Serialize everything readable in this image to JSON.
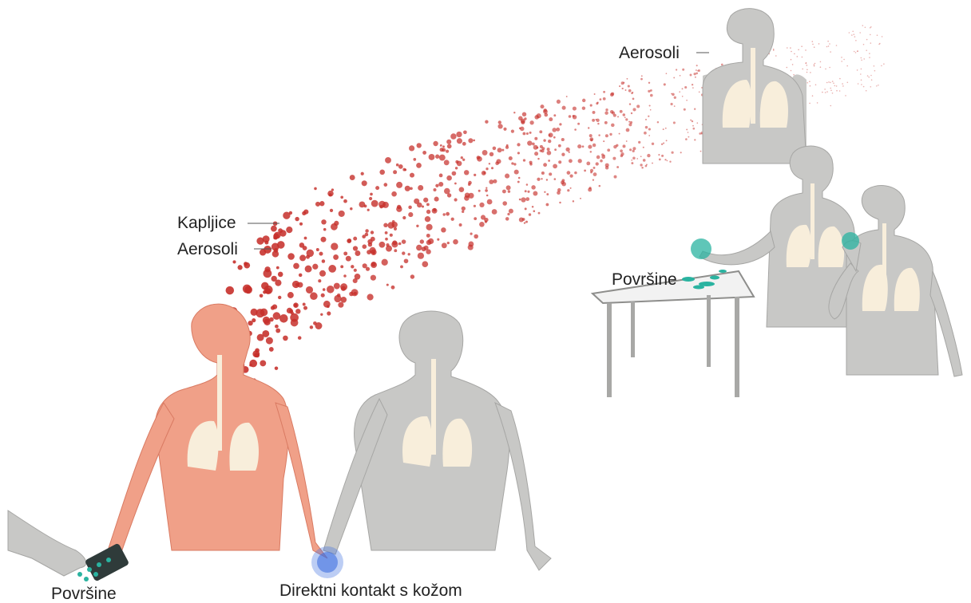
{
  "labels": {
    "aerosoli_far": "Aerosoli",
    "kapljice": "Kapljice",
    "aerosoli_near": "Aerosoli",
    "povrsine_table": "Površine",
    "povrsine_phone": "Površine",
    "direktni_kontakt": "Direktni kontakt s kožom"
  },
  "colors": {
    "infected_body": "#f0a088",
    "infected_outline": "#d97a62",
    "healthy_body": "#c8c8c6",
    "healthy_outline": "#9a9a98",
    "lungs": "#f8eedb",
    "droplet": "#c62f2a",
    "surface_germ": "#2ab3a0",
    "skin_contact": "#3f6fe0",
    "table": "#f2f2f2"
  },
  "icons": [
    "droplet-cloud",
    "lungs-icon",
    "phone-icon",
    "table-icon",
    "germ-icon"
  ]
}
